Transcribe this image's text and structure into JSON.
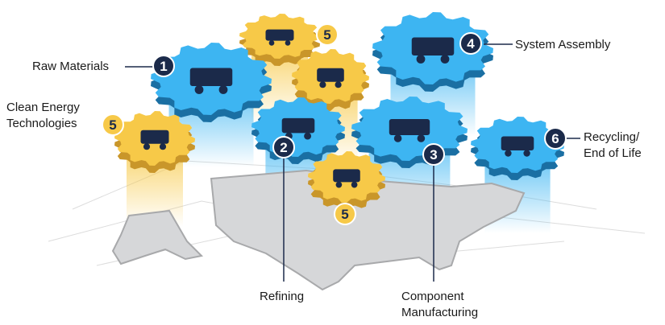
{
  "labels": {
    "raw_materials": "Raw Materials",
    "clean_energy_1": "Clean Energy",
    "clean_energy_2": "Technologies",
    "system_assembly": "System Assembly",
    "recycling_1": "Recycling/",
    "recycling_2": "End of Life",
    "refining": "Refining",
    "component_1": "Component",
    "component_2": "Manufacturing"
  },
  "badges": {
    "raw_materials": "1",
    "refining": "2",
    "component": "3",
    "system_assembly": "4",
    "clean_energy_top": "5",
    "clean_energy_left": "5",
    "clean_energy_bottom": "5",
    "recycling": "6"
  },
  "gears": [
    {
      "id": "battery",
      "color": "yellow",
      "icon": "battery-icon"
    },
    {
      "id": "hydro",
      "color": "yellow",
      "icon": "hydro-dam-icon"
    },
    {
      "id": "raw-materials",
      "color": "blue",
      "icon": "mining-truck-icon"
    },
    {
      "id": "system-assembly",
      "color": "blue",
      "icon": "wrench-icon"
    },
    {
      "id": "solar",
      "color": "yellow",
      "icon": "solar-panel-icon"
    },
    {
      "id": "refining",
      "color": "blue",
      "icon": "factory-icon"
    },
    {
      "id": "component",
      "color": "blue",
      "icon": "robot-arm-icon"
    },
    {
      "id": "recycling",
      "color": "blue",
      "icon": "recycle-icon"
    },
    {
      "id": "wind",
      "color": "yellow",
      "icon": "wind-turbine-icon"
    }
  ],
  "colors": {
    "blue": "#3db5f2",
    "blue_dark": "#1a6fa3",
    "yellow": "#f7c948",
    "yellow_dark": "#c9962a",
    "navy": "#1b2a4a",
    "map": "#d6d7d9"
  }
}
